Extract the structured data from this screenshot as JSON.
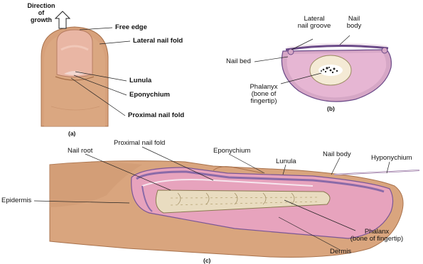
{
  "panel_a": {
    "caption": "(a)",
    "labels": {
      "direction": "Direction\nof\ngrowth",
      "free_edge": "Free edge",
      "lateral_nail_fold": "Lateral nail fold",
      "lunula": "Lunula",
      "eponychium": "Eponychium",
      "proximal_nail_fold": "Proximal nail fold"
    }
  },
  "panel_b": {
    "caption": "(b)",
    "labels": {
      "lateral_nail_groove": "Lateral\nnail groove",
      "nail_body": "Nail\nbody",
      "nail_bed": "Nail bed",
      "phalanx": "Phalanyx\n(bone of\nfingertip)"
    }
  },
  "panel_c": {
    "caption": "(c)",
    "labels": {
      "nail_root": "Nail root",
      "proximal_nail_fold": "Proximal nail fold",
      "eponychium": "Eponychium",
      "lunula": "Lunula",
      "nail_body": "Nail body",
      "hyponychium": "Hyponychium",
      "epidermis": "Epidermis",
      "phalanx": "Phalanx\n(bone of fingertip)",
      "dermis": "Dermis"
    }
  },
  "colors": {
    "skin": "#d9a57e",
    "skin_dark": "#b47a52",
    "dermis_pink": "#e7a3bd",
    "epidermis_purple": "#8a6aa8",
    "bone": "#e9dcc0",
    "nail": "#f1e4e6"
  }
}
